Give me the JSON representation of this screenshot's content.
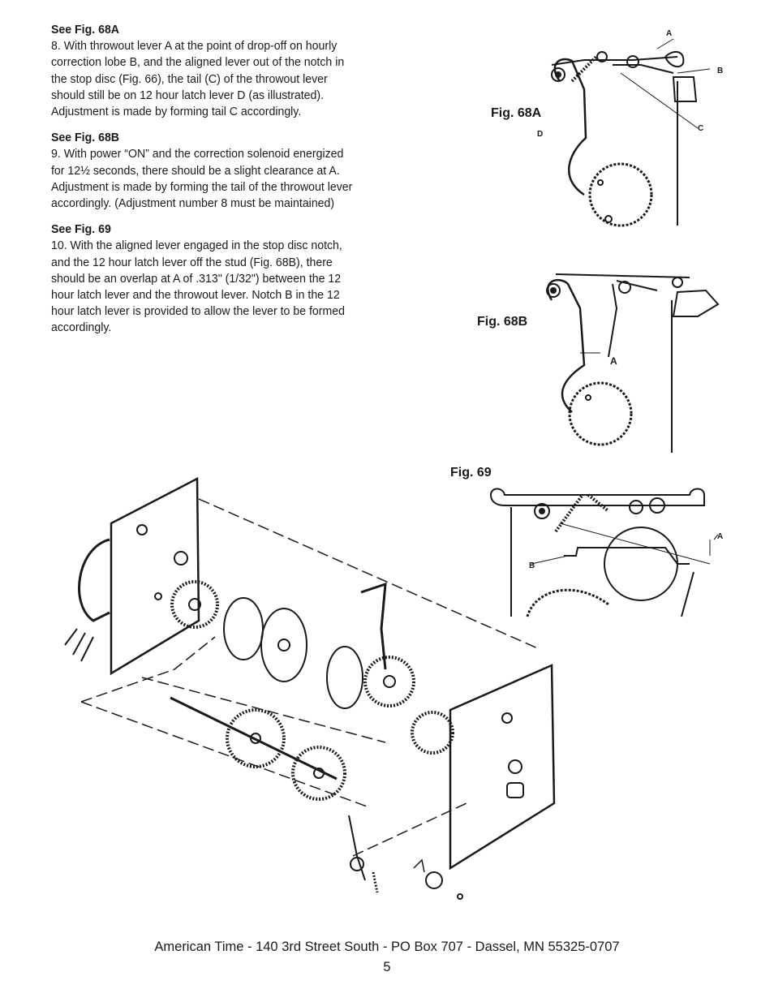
{
  "sections": [
    {
      "heading": "See Fig. 68A",
      "body": "8.    With throwout lever A at the point of drop-off on hourly correction lobe B, and the aligned lever out of the notch in the stop disc (Fig. 66), the tail (C) of the throwout lever should still be on 12 hour latch lever D (as illustrated). Adjustment is made by forming tail C accordingly."
    },
    {
      "heading": "See Fig. 68B",
      "body": "9.    With power “ON” and the correction solenoid energized for 12½ seconds, there should be a slight clearance at A. Adjustment is made by forming the tail of the throwout lever accordingly. (Adjustment number 8 must be maintained)"
    },
    {
      "heading": "See Fig. 69",
      "body": "10.  With the aligned lever engaged in the stop disc notch, and the 12 hour latch lever off the stud (Fig. 68B), there should be an overlap at A of .313\" (1/32\") between the 12 hour latch lever and the throwout lever. Notch B in the 12 hour latch lever is provided to allow the lever to be formed accordingly."
    }
  ],
  "figures": {
    "fig68a": {
      "label": "Fig. 68A",
      "callouts": [
        "A",
        "B",
        "C",
        "D"
      ]
    },
    "fig68b": {
      "label": "Fig. 68B",
      "callouts": [
        "A"
      ]
    },
    "fig69": {
      "label": "Fig. 69",
      "callouts": [
        "A",
        "B"
      ]
    }
  },
  "footer": {
    "address": "American Time - 140 3rd Street South - PO Box 707 - Dassel, MN 55325-0707",
    "page_number": "5"
  }
}
